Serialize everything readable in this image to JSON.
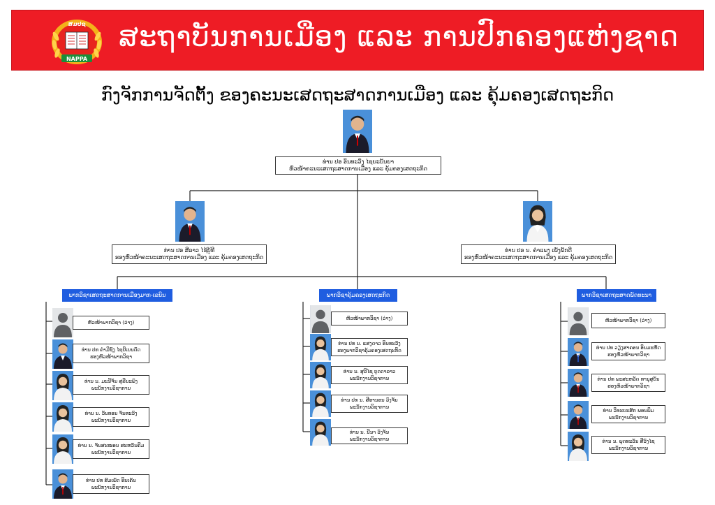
{
  "header": {
    "logo_top_text": "ສມປຊ",
    "logo_bottom_text": "NAPPA",
    "title": "ສະຖາບັນການເມືອງ ແລະ ການປົກຄອງແຫ່ງຊາດ"
  },
  "subtitle": "ກົງຈັກການຈັດຕັ້ງ ຂອງຄະນະເສດຖະສາດການເມືອງ ແລະ ຄຸ້ມຄອງເສດຖະກິດ",
  "colors": {
    "banner": "#ee1c25",
    "dept": "#1f5de0",
    "photo_bg": "#4a90d9"
  },
  "dean": {
    "name": "ທ່ານ ປອ ອິນທະວົງ ໄຊຍະບັນຍາ",
    "role": "ຫົວໜ້າຄະນະເສດຖະສາດການເມືອງ ແລະ ຄຸ້ມຄອງເສດຖະກິດ"
  },
  "deputies": [
    {
      "name": "ທ່ານ ປອ ສີລາວ ໄຊ້ບູ້ທີ",
      "role": "ຮອງຫົວໜ້າຄະນະເສດຖະສາດການເມືອງ ແລະ ຄຸ້ມຄອງເສດຖະກິດ"
    },
    {
      "name": "ທ່ານ ປອ ນ. ຄໍາແພງ ເພັງພັກດີ",
      "role": "ຮອງຫົວໜ້າຄະນະເສດຖະສາດການເມືອງ ແລະ ຄຸ້ມຄອງເສດຖະກິດ"
    }
  ],
  "departments": [
    {
      "title": "ພາກວິຊາເສດຖະສາດການເມືອງມາກ-ເລນິນ",
      "members": [
        {
          "name": "ຫົວໜ້າພາກວິຊາ (ວ່າງ)",
          "role": "",
          "vacant": true
        },
        {
          "name": "ທ່ານ ປທ ຄໍາມີຊົງ ໄຊຍີເບນດົດ",
          "role": "ຮອງຫົວໜ້າພາກວິຊາ",
          "vacant": false
        },
        {
          "name": "ທ່ານ ນ. ມະນີຈັນ ສຸລີນະພົງ",
          "role": "ພະນັກງານວິຊາການ",
          "vacant": false
        },
        {
          "name": "ທ່ານ ນ. ວັນທອນ ຈັນທະວົງ",
          "role": "ພະນັກງານວິຊາການ",
          "vacant": false
        },
        {
          "name": "ທ່ານ ນ. ຈັນສະໝອນ ສະຫວັນຄີມ",
          "role": "ພະນັກງານວິຊາການ",
          "vacant": false
        },
        {
          "name": "ທ່ານ ປທ ສົມເພັດ ອິນເຄັນ",
          "role": "ພະນັກງານວິຊາການ",
          "vacant": false
        }
      ]
    },
    {
      "title": "ພາກວິຊາຄຸ້ມຄອງເສດຖະກິດ",
      "members": [
        {
          "name": "ຫົວໜ້າພາກວິຊາ (ວ່າງ)",
          "role": "",
          "vacant": true
        },
        {
          "name": "ທ່ານ ປທ ນ. ແສງດາວ ອິນທະວົງ",
          "role": "ຮອງພາກວິຊາຄຸ້ມຄອງເສດຖະກິດ",
          "vacant": false
        },
        {
          "name": "ທ່ານ ນ. ສຸລີໄຊ ບຸດດາລາວ",
          "role": "ພະນັກງານວິຊາການ",
          "vacant": false
        },
        {
          "name": "ທ່ານ ປທ ນ. ສີອານອນ ວົງຈັນ",
          "role": "ພະນັກງານວິຊາການ",
          "vacant": false
        },
        {
          "name": "ທ່ານ ນ. ນີນາ ວົງຈັນ",
          "role": "ພະນັກງານວິຊາການ",
          "vacant": false
        }
      ]
    },
    {
      "title": "ພາກວິຊາເສດຖະສາດພັດທະນາ",
      "members": [
        {
          "name": "ຫົວໜ້າພາກວິຊາ (ວ່າງ)",
          "role": "",
          "vacant": true
        },
        {
          "name": "ທ່ານ ປທ ວຽງສາຄອນ ອິນມະຫັດ",
          "role": "ຮອງຫົວໜ້າພາກວິຊາ",
          "vacant": false
        },
        {
          "name": "ທ່ານ ປທ ພະສະຫວັດ ທານຸສຸບັນ",
          "role": "ຮອງຫົວໜ້າພາກວິຊາ",
          "vacant": false
        },
        {
          "name": "ທ່ານ ວິທະຍະສັກ ພອນພິມ",
          "role": "ພະນັກງານວິຊາການ",
          "vacant": false
        },
        {
          "name": "ທ່ານ ນ. ພຸດທະວັນ ສີວົງໄຊ",
          "role": "ພະນັກງານວິຊາການ",
          "vacant": false
        }
      ]
    }
  ]
}
